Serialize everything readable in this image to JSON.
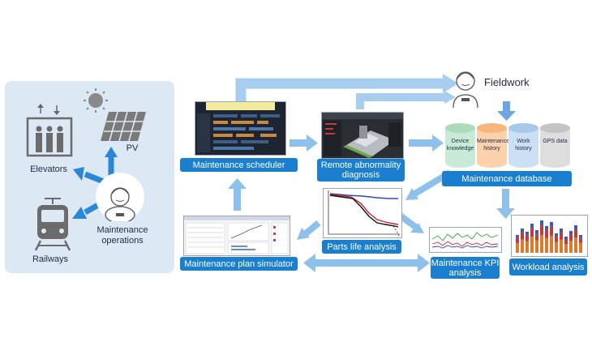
{
  "left_panel": {
    "elevators": "Elevators",
    "pv": "PV",
    "railways": "Railways",
    "maintenance_operations": "Maintenance operations"
  },
  "fieldwork": "Fieldwork",
  "labels": {
    "maintenance_scheduler": "Maintenance scheduler",
    "remote_abnormality": "Remote abnormality diagnosis",
    "maintenance_database": "Maintenance database",
    "parts_life": "Parts life analysis",
    "plan_simulator": "Maintenance plan simulator",
    "kpi_analysis": "Maintenance KPI analysis",
    "workload_analysis": "Workload analysis"
  },
  "databases": [
    {
      "label": "Device knowledge",
      "color": "#c9ead6",
      "top": "#a9dcbb"
    },
    {
      "label": "Maintenance history",
      "color": "#fbd2ac",
      "top": "#f7b67a"
    },
    {
      "label": "Work history",
      "color": "#cbe0f5",
      "top": "#a8c8ec"
    },
    {
      "label": "GPS data",
      "color": "#dedede",
      "top": "#c4c4c4"
    }
  ],
  "colors": {
    "accent": "#1a7fcf",
    "arrow": "#8ec0ec",
    "arrow_dark": "#3a8fd8",
    "panel": "#dde8f5"
  }
}
